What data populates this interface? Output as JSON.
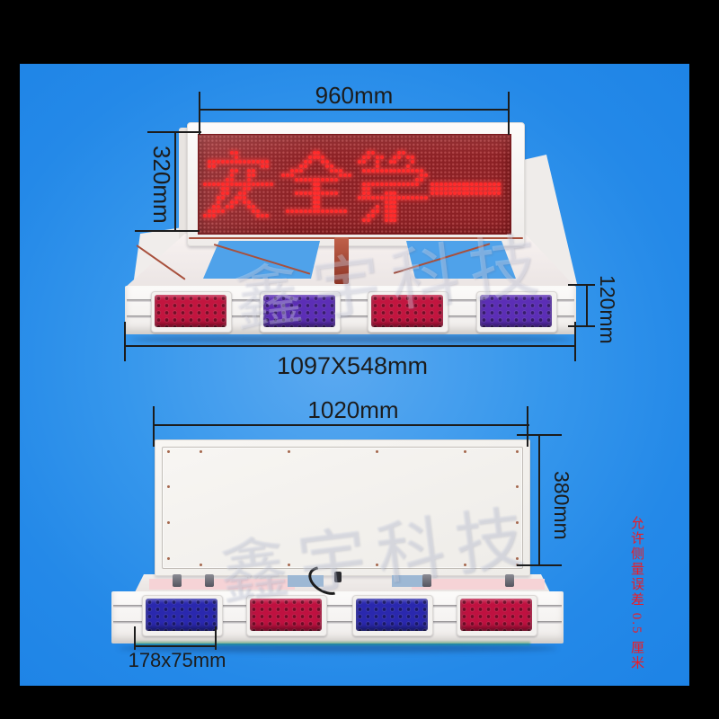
{
  "poster": {
    "frame_color": "#000000",
    "background": {
      "center": "#5ba9f0",
      "mid": "#3697ec",
      "edge": "#1d83e6"
    }
  },
  "watermark": {
    "text": "鑫宇科技"
  },
  "front_view": {
    "led_text": "安全第一",
    "dim_width": "960mm",
    "dim_height": "320mm",
    "dim_base": "1097X548mm",
    "dim_rail_height": "120mm",
    "reflectors": [
      "#c2153f",
      "#5c2eb6",
      "#c2153f",
      "#5c2eb6"
    ]
  },
  "back_view": {
    "dim_width": "1020mm",
    "dim_height": "380mm",
    "dim_reflector": "178x75mm",
    "reflectors": [
      "#2a28ae",
      "#bf1140",
      "#2a28ae",
      "#bf1140"
    ]
  },
  "tolerance_note": {
    "text": "允许侧量误差 0.5 厘米",
    "color": "#ee1b24"
  },
  "led_font": {
    "on_color": "#ff2b2b",
    "glyphs": [
      {
        "char": "安",
        "rows": [
          "......##........",
          ".......#........",
          ".##############.",
          ".##..........##.",
          "......##..##....",
          "......#...##....",
          ".....##...#.....",
          "################",
          "....##...##.....",
          "....##..##......",
          "...##..###......",
          "...#..##.##.....",
          "..##.##...##....",
          ".####......##...",
          "###.........###.",
          "................"
        ]
      },
      {
        "char": "全",
        "rows": [
          ".......##.......",
          "......####......",
          ".....##..##.....",
          "....##....##....",
          "..###......###..",
          "###..........###",
          "...##########...",
          ".......##.......",
          ".......##.......",
          "...##########...",
          ".......##.......",
          ".......##.......",
          ".......##.......",
          ".##############.",
          "................",
          "................"
        ]
      },
      {
        "char": "第",
        "rows": [
          "..##.....##.....",
          ".##.##..##.##...",
          "##..#..##...#...",
          "....#......#....",
          ".##############.",
          "..............##",
          ".............##.",
          ".#############..",
          ".##.............",
          ".##...###.......",
          "################",
          "......###.......",
          "....#.###.......",
          "...##.###.......",
          "..##..###.......",
          ".##...###......."
        ]
      },
      {
        "char": "一",
        "rows": [
          "................",
          "................",
          "................",
          "................",
          "................",
          "................",
          "................",
          "################",
          "################",
          "################",
          "................",
          "................",
          "................",
          "................",
          "................",
          "................"
        ]
      }
    ]
  }
}
